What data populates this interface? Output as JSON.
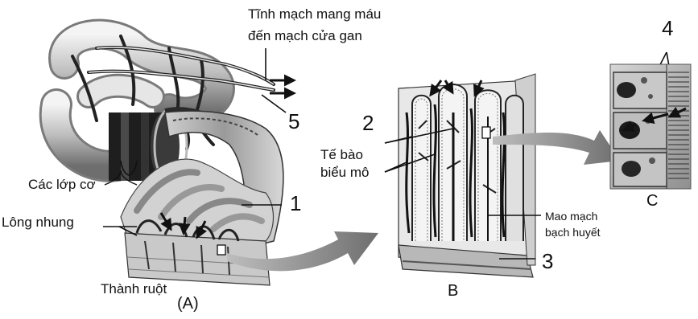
{
  "labels": {
    "vein_line1": "Tĩnh mạch mang máu",
    "vein_line2": "đến mạch cửa gan",
    "n5": "5",
    "n1": "1",
    "n2": "2",
    "n3": "3",
    "n4": "4",
    "muscle_layers": "Các lớp cơ",
    "villi": "Lông nhung",
    "intestine_wall": "Thành ruột",
    "epithelial_line1": "Tế bào",
    "epithelial_line2": "biểu mô",
    "lymph_line1": "Mao mạch",
    "lymph_line2": "bạch huyết",
    "panel_a": "(A)",
    "panel_b": "B",
    "panel_c": "C"
  }
}
